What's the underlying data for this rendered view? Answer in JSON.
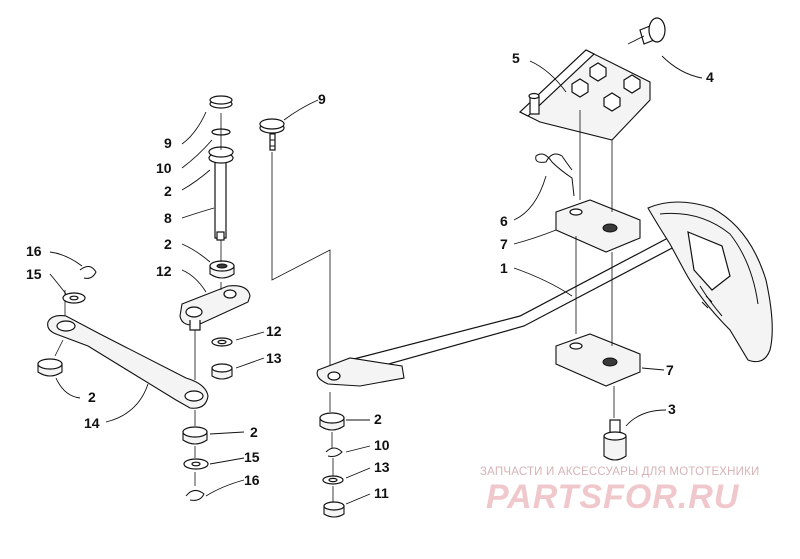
{
  "callouts": [
    {
      "id": "c1",
      "label": "1"
    },
    {
      "id": "c2a",
      "label": "2"
    },
    {
      "id": "c2b",
      "label": "2"
    },
    {
      "id": "c2c",
      "label": "2"
    },
    {
      "id": "c2d",
      "label": "2"
    },
    {
      "id": "c2e",
      "label": "2"
    },
    {
      "id": "c3",
      "label": "3"
    },
    {
      "id": "c4",
      "label": "4"
    },
    {
      "id": "c5",
      "label": "5"
    },
    {
      "id": "c6",
      "label": "6"
    },
    {
      "id": "c7a",
      "label": "7"
    },
    {
      "id": "c7b",
      "label": "7"
    },
    {
      "id": "c8",
      "label": "8"
    },
    {
      "id": "c9a",
      "label": "9"
    },
    {
      "id": "c9b",
      "label": "9"
    },
    {
      "id": "c10a",
      "label": "10"
    },
    {
      "id": "c10b",
      "label": "10"
    },
    {
      "id": "c11",
      "label": "11"
    },
    {
      "id": "c12a",
      "label": "12"
    },
    {
      "id": "c12b",
      "label": "12"
    },
    {
      "id": "c13a",
      "label": "13"
    },
    {
      "id": "c13b",
      "label": "13"
    },
    {
      "id": "c14",
      "label": "14"
    },
    {
      "id": "c15a",
      "label": "15"
    },
    {
      "id": "c15b",
      "label": "15"
    },
    {
      "id": "c16a",
      "label": "16"
    },
    {
      "id": "c16b",
      "label": "16"
    }
  ],
  "watermark": {
    "tagline": "ЗАПЧАСТИ И АКСЕССУАРЫ ДЛЯ МОТОТЕХНИКИ",
    "logo": "PARTSFOR.RU",
    "color": "#e9b7bc"
  }
}
